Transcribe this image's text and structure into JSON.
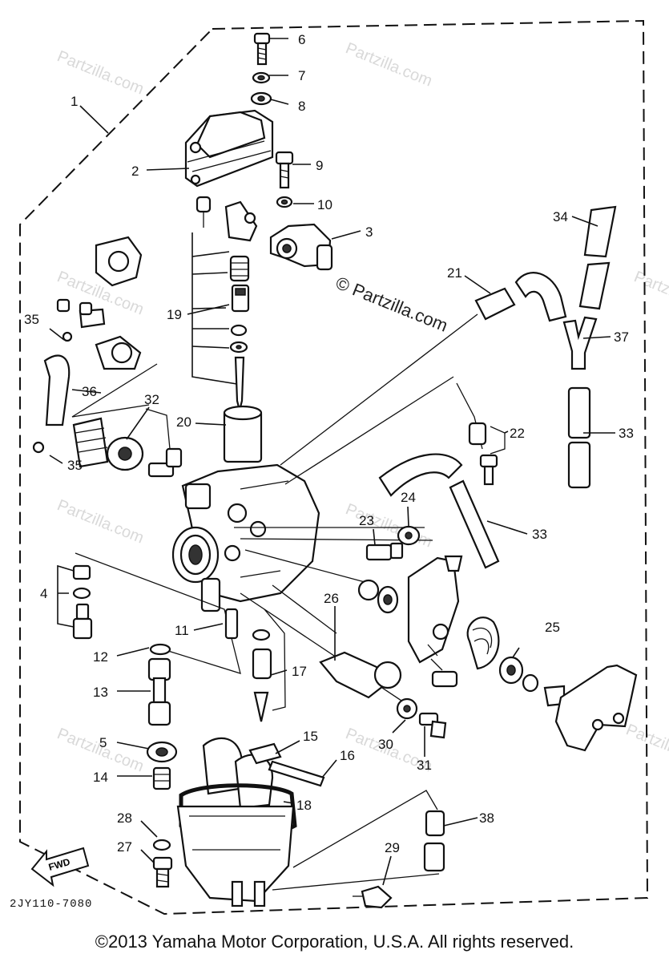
{
  "watermark_text": "Partzilla.com",
  "center_watermark": "© Partzilla.com",
  "callouts": [
    "1",
    "2",
    "3",
    "4",
    "5",
    "6",
    "7",
    "8",
    "9",
    "10",
    "11",
    "12",
    "13",
    "14",
    "15",
    "16",
    "17",
    "18",
    "19",
    "20",
    "21",
    "22",
    "23",
    "24",
    "25",
    "26",
    "27",
    "28",
    "29",
    "30",
    "31",
    "32",
    "33",
    "33",
    "34",
    "35",
    "35",
    "36",
    "37",
    "38"
  ],
  "fwd_label": "FWD",
  "diagram_code": "2JY110-7080",
  "copyright": "©2013 Yamaha Motor Corporation, U.S.A. All rights reserved."
}
